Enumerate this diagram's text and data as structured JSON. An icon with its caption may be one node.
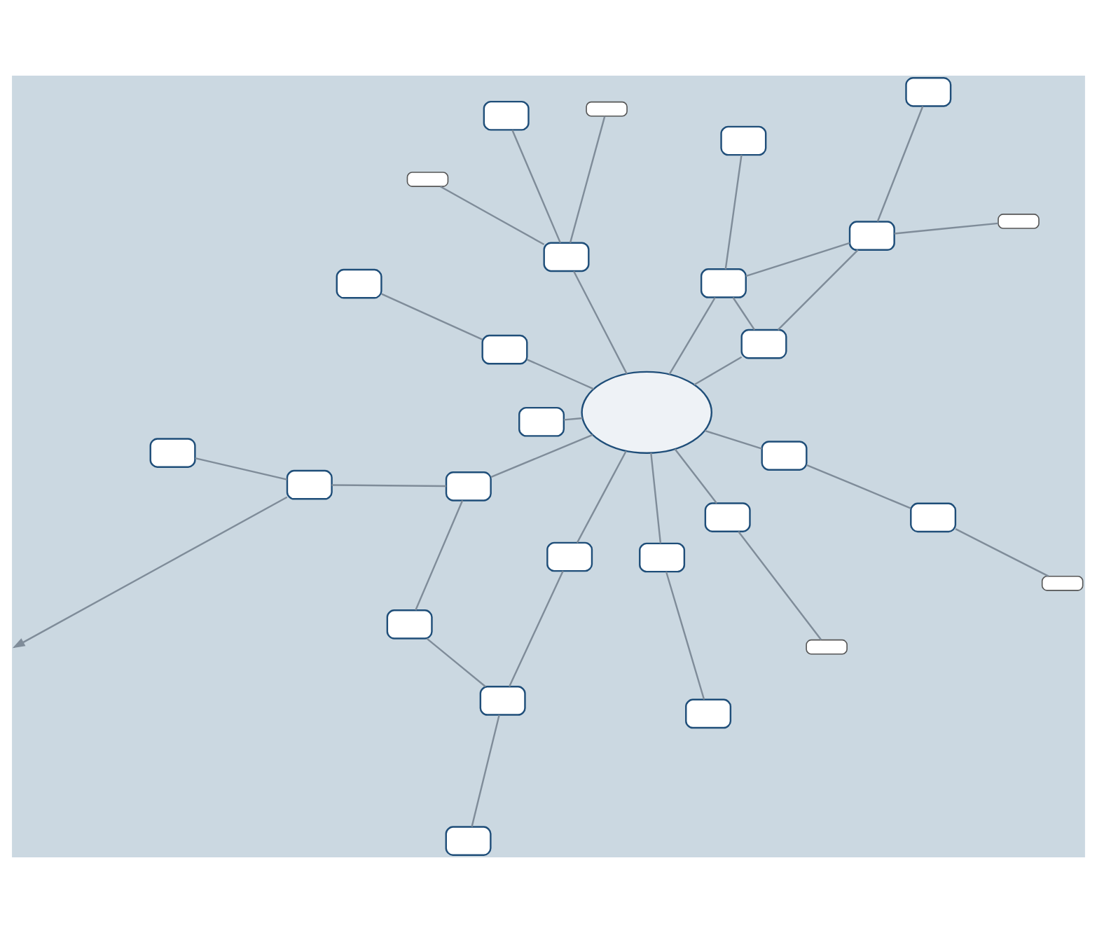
{
  "diagram": {
    "nodes": [
      {
        "text": [],
        "shape": "box"
      },
      {
        "text": [],
        "shape": "box"
      },
      {
        "text": [],
        "shape": "box"
      },
      {
        "text": [],
        "shape": "box"
      },
      {
        "text": [],
        "shape": "box"
      },
      {
        "text": [],
        "shape": "box"
      },
      {
        "text": [],
        "shape": "box"
      },
      {
        "text": [],
        "shape": "box"
      },
      {
        "text": [],
        "shape": "box"
      },
      {
        "text": [],
        "shape": "cloud"
      },
      {
        "text": [],
        "shape": "pill"
      },
      {
        "text": [],
        "shape": "box"
      },
      {
        "text": [],
        "shape": "box"
      },
      {
        "text": [],
        "shape": "box"
      },
      {
        "text": [],
        "shape": "box"
      },
      {
        "text": [],
        "shape": "box"
      },
      {
        "text": [],
        "shape": "box"
      },
      {
        "text": [],
        "shape": "box"
      },
      {
        "text": [],
        "shape": "box"
      },
      {
        "text": [],
        "shape": "box"
      },
      {
        "text": [],
        "shape": "box"
      },
      {
        "text": [],
        "shape": "box"
      },
      {
        "text": [],
        "shape": "box"
      },
      {
        "text": [],
        "shape": "box"
      },
      {
        "text": [],
        "shape": "pill"
      },
      {
        "text": [],
        "shape": "pill"
      },
      {
        "text": [],
        "shape": "pill"
      },
      {
        "text": [],
        "shape": "pill"
      }
    ],
    "edges": [
      {
        "from": 3,
        "to": null,
        "arrow": "to"
      },
      {
        "from": 0,
        "to": 3,
        "arrow": "none"
      },
      {
        "from": 3,
        "to": 4,
        "arrow": "none"
      },
      {
        "from": 1,
        "to": 4,
        "arrow": "none"
      },
      {
        "from": 1,
        "to": 5,
        "arrow": "none"
      },
      {
        "from": 2,
        "to": 5,
        "arrow": "none"
      },
      {
        "from": 5,
        "to": 6,
        "arrow": "none"
      },
      {
        "from": 4,
        "to": 9,
        "arrow": "none"
      },
      {
        "from": 7,
        "to": 9,
        "arrow": "none"
      },
      {
        "from": 8,
        "to": 7,
        "arrow": "none"
      },
      {
        "from": 6,
        "to": 9,
        "arrow": "none"
      },
      {
        "from": 9,
        "to": 11,
        "arrow": "none"
      },
      {
        "from": 10,
        "to": 12,
        "arrow": "none"
      },
      {
        "from": 12,
        "to": 9,
        "arrow": "none"
      },
      {
        "from": 9,
        "to": 13,
        "arrow": "none"
      },
      {
        "from": 14,
        "to": 15,
        "arrow": "none"
      },
      {
        "from": 15,
        "to": 9,
        "arrow": "none"
      },
      {
        "from": 13,
        "to": 16,
        "arrow": "none"
      },
      {
        "from": 9,
        "to": 17,
        "arrow": "none"
      },
      {
        "from": 9,
        "to": 18,
        "arrow": "none"
      },
      {
        "from": 18,
        "to": 20,
        "arrow": "none"
      },
      {
        "from": 17,
        "to": 19,
        "arrow": "none"
      },
      {
        "from": 9,
        "to": 19,
        "arrow": "none"
      },
      {
        "from": 19,
        "to": 21,
        "arrow": "none"
      },
      {
        "from": 17,
        "to": 21,
        "arrow": "none"
      },
      {
        "from": 22,
        "to": 17,
        "arrow": "none"
      },
      {
        "from": 23,
        "to": 21,
        "arrow": "none"
      },
      {
        "from": 15,
        "to": 24,
        "arrow": "none"
      },
      {
        "from": 15,
        "to": 25,
        "arrow": "none"
      },
      {
        "from": 21,
        "to": 26,
        "arrow": "none"
      },
      {
        "from": 16,
        "to": 27,
        "arrow": "none"
      }
    ]
  }
}
